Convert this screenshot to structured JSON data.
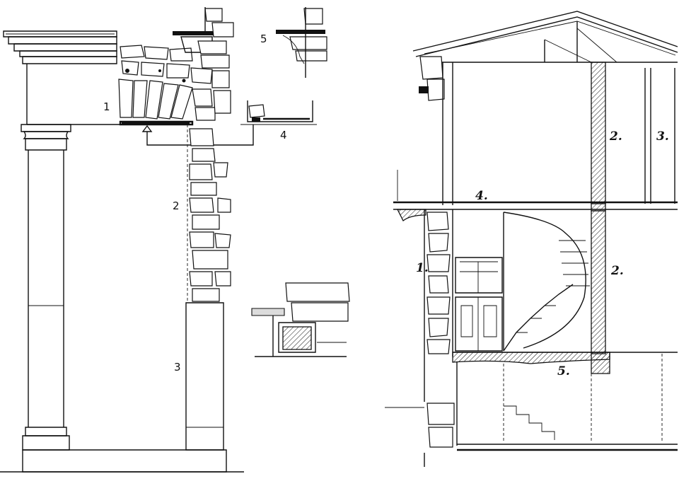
{
  "left_drawing": {
    "labels": {
      "l1": "1",
      "l2": "2",
      "l3": "3",
      "l4": "4",
      "l5": "5"
    }
  },
  "right_drawing": {
    "labels": {
      "r1": "1.",
      "r2a": "2.",
      "r2b": "2.",
      "r3": "3.",
      "r4": "4.",
      "r5": "5."
    }
  }
}
